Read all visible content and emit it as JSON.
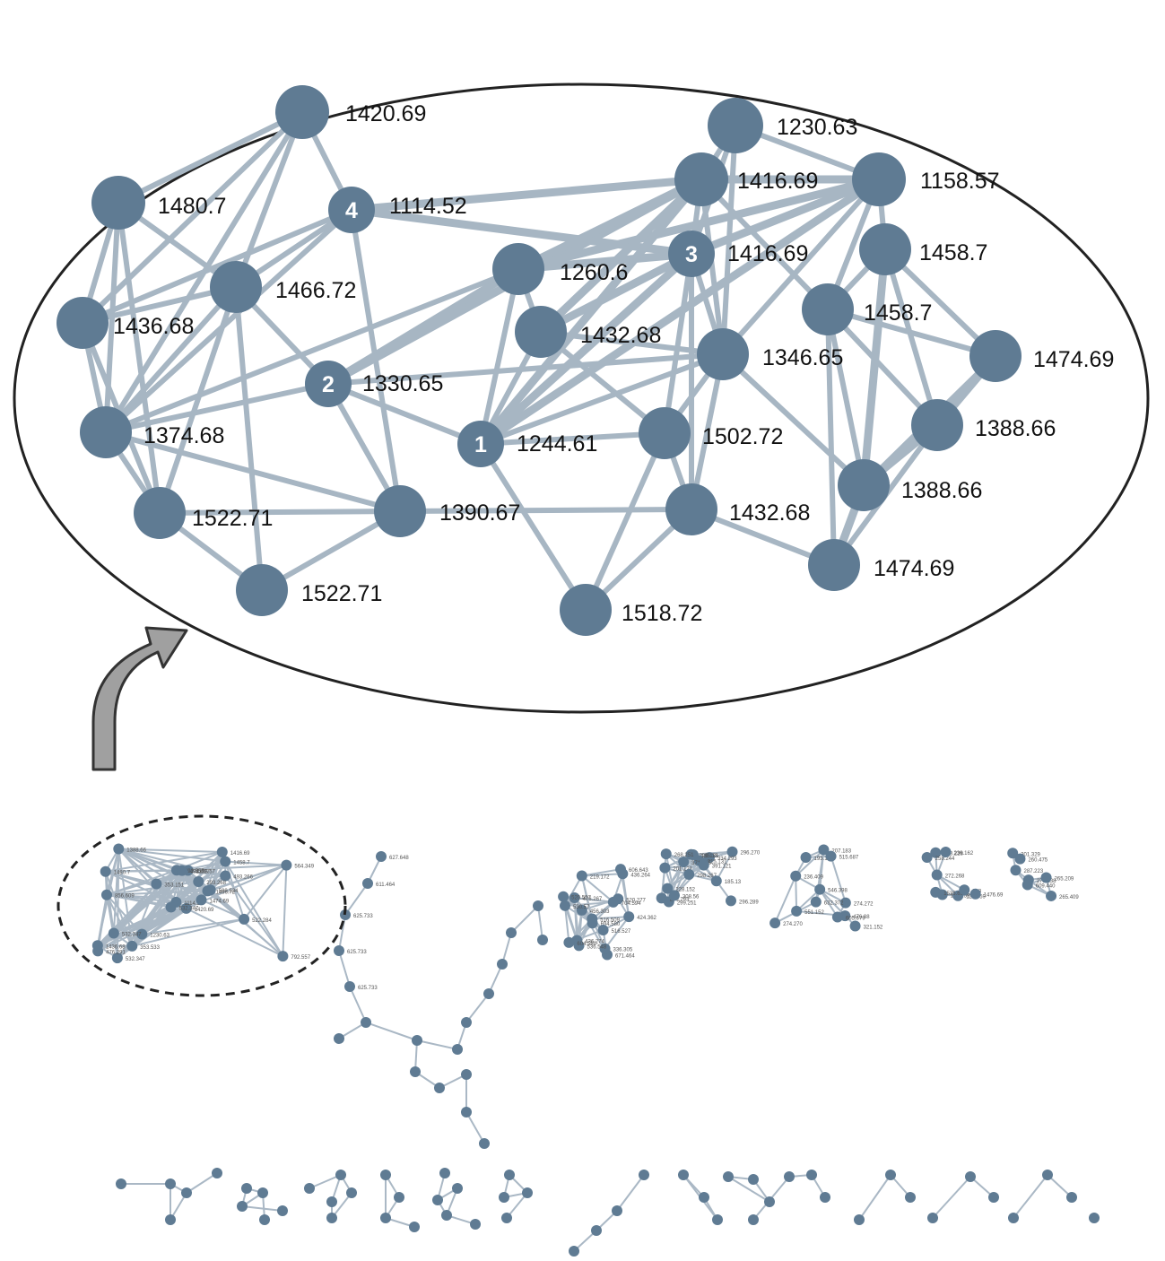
{
  "colors": {
    "node": "#5f7b93",
    "edge": "#a7b6c3",
    "arrow": "#a0a0a0"
  },
  "detail": {
    "nodes": [
      {
        "id": "a",
        "label": "1420.69"
      },
      {
        "id": "b",
        "label": "1480.7"
      },
      {
        "id": "c",
        "label": "1114.52",
        "number": "4"
      },
      {
        "id": "d",
        "label": "1436.68"
      },
      {
        "id": "e",
        "label": "1466.72"
      },
      {
        "id": "f",
        "label": "1330.65",
        "number": "2"
      },
      {
        "id": "g",
        "label": "1374.68"
      },
      {
        "id": "h",
        "label": "1522.71"
      },
      {
        "id": "i",
        "label": "1390.67"
      },
      {
        "id": "j",
        "label": "1522.71"
      },
      {
        "id": "k",
        "label": "1260.6"
      },
      {
        "id": "l",
        "label": "1432.68"
      },
      {
        "id": "m",
        "label": "1244.61",
        "number": "1"
      },
      {
        "id": "n",
        "label": "1230.63"
      },
      {
        "id": "o",
        "label": "1416.69"
      },
      {
        "id": "p",
        "label": "1416.69",
        "number": "3"
      },
      {
        "id": "q",
        "label": "1158.57"
      },
      {
        "id": "r",
        "label": "1458.7"
      },
      {
        "id": "s",
        "label": "1458.7"
      },
      {
        "id": "t",
        "label": "1346.65"
      },
      {
        "id": "u",
        "label": "1502.72"
      },
      {
        "id": "v",
        "label": "1474.69"
      },
      {
        "id": "w",
        "label": "1388.66"
      },
      {
        "id": "x",
        "label": "1388.66"
      },
      {
        "id": "y",
        "label": "1432.68"
      },
      {
        "id": "z",
        "label": "1474.69"
      },
      {
        "id": "aa",
        "label": "1518.72"
      }
    ],
    "edges": [
      [
        "a",
        "b"
      ],
      [
        "a",
        "c"
      ],
      [
        "a",
        "e"
      ],
      [
        "a",
        "g"
      ],
      [
        "a",
        "d"
      ],
      [
        "b",
        "d"
      ],
      [
        "b",
        "e"
      ],
      [
        "b",
        "h"
      ],
      [
        "b",
        "g"
      ],
      [
        "c",
        "o"
      ],
      [
        "c",
        "p"
      ],
      [
        "c",
        "e"
      ],
      [
        "c",
        "g"
      ],
      [
        "c",
        "d"
      ],
      [
        "c",
        "i"
      ],
      [
        "d",
        "g"
      ],
      [
        "d",
        "e"
      ],
      [
        "d",
        "h"
      ],
      [
        "e",
        "g"
      ],
      [
        "e",
        "h"
      ],
      [
        "e",
        "f"
      ],
      [
        "e",
        "j"
      ],
      [
        "f",
        "k"
      ],
      [
        "f",
        "m"
      ],
      [
        "f",
        "i"
      ],
      [
        "f",
        "t"
      ],
      [
        "f",
        "g"
      ],
      [
        "f",
        "o"
      ],
      [
        "g",
        "h"
      ],
      [
        "g",
        "i"
      ],
      [
        "g",
        "k"
      ],
      [
        "h",
        "i"
      ],
      [
        "h",
        "j"
      ],
      [
        "i",
        "j"
      ],
      [
        "i",
        "y"
      ],
      [
        "k",
        "m"
      ],
      [
        "k",
        "o"
      ],
      [
        "k",
        "q"
      ],
      [
        "k",
        "p"
      ],
      [
        "k",
        "l"
      ],
      [
        "l",
        "m"
      ],
      [
        "l",
        "t"
      ],
      [
        "l",
        "u"
      ],
      [
        "l",
        "p"
      ],
      [
        "l",
        "o"
      ],
      [
        "m",
        "t"
      ],
      [
        "m",
        "u"
      ],
      [
        "m",
        "o"
      ],
      [
        "m",
        "p"
      ],
      [
        "m",
        "q"
      ],
      [
        "m",
        "aa"
      ],
      [
        "n",
        "o"
      ],
      [
        "n",
        "q"
      ],
      [
        "n",
        "p"
      ],
      [
        "n",
        "t"
      ],
      [
        "o",
        "q"
      ],
      [
        "o",
        "t"
      ],
      [
        "o",
        "p"
      ],
      [
        "o",
        "s"
      ],
      [
        "p",
        "q"
      ],
      [
        "p",
        "u"
      ],
      [
        "p",
        "t"
      ],
      [
        "p",
        "y"
      ],
      [
        "q",
        "t"
      ],
      [
        "q",
        "r"
      ],
      [
        "q",
        "s"
      ],
      [
        "r",
        "s"
      ],
      [
        "r",
        "x"
      ],
      [
        "r",
        "w"
      ],
      [
        "r",
        "v"
      ],
      [
        "s",
        "v"
      ],
      [
        "s",
        "w"
      ],
      [
        "s",
        "x"
      ],
      [
        "s",
        "z"
      ],
      [
        "t",
        "u"
      ],
      [
        "t",
        "x"
      ],
      [
        "t",
        "y"
      ],
      [
        "u",
        "y"
      ],
      [
        "u",
        "aa"
      ],
      [
        "v",
        "w"
      ],
      [
        "v",
        "x"
      ],
      [
        "w",
        "x"
      ],
      [
        "w",
        "z"
      ],
      [
        "x",
        "z"
      ],
      [
        "x",
        "r"
      ],
      [
        "y",
        "z"
      ],
      [
        "y",
        "aa"
      ]
    ]
  },
  "overview": {
    "labels": [
      "1420.69",
      "1480.7",
      "1114.52",
      "1436.68",
      "1466.72",
      "1230.63",
      "1416.69",
      "1158.57",
      "1458.7",
      "1474.69",
      "1388.66",
      "792.557",
      "856.609",
      "564.349",
      "532.347",
      "493.266",
      "532.347",
      "792.557",
      "293.268",
      "532.347",
      "353.151",
      "476.291",
      "353.533",
      "494.667",
      "500.524",
      "522.284",
      "671.464",
      "219.172",
      "436.274",
      "476.267",
      "520.277",
      "336.305",
      "424.362",
      "456.303",
      "694.580",
      "536.548",
      "604.580",
      "520.557",
      "516.509",
      "516.527",
      "704.594",
      "606.643",
      "530.57",
      "436.264",
      "296.289",
      "201.121",
      "296.270",
      "298.267",
      "334.293",
      "299.251",
      "229.131",
      "215.131",
      "228.152",
      "371.325",
      "280.293",
      "308.56",
      "185.13",
      "391.121",
      "185.13",
      "268.251",
      "274.270",
      "274.272",
      "546.398",
      "632.372",
      "193.167",
      "207.183",
      "476.88",
      "515.687",
      "605.679",
      "551.152",
      "321.152",
      "236.409",
      "1245.59",
      "1249.59",
      "1535.61",
      "213",
      "193.228",
      "258.244",
      "272.268",
      "1476.69",
      "236.162",
      "273.238",
      "287.223",
      "301.329",
      "265.209",
      "265.409",
      "260.475",
      "609.440",
      "627.648",
      "611.464",
      "625.733",
      "625.733",
      "625.733"
    ]
  }
}
